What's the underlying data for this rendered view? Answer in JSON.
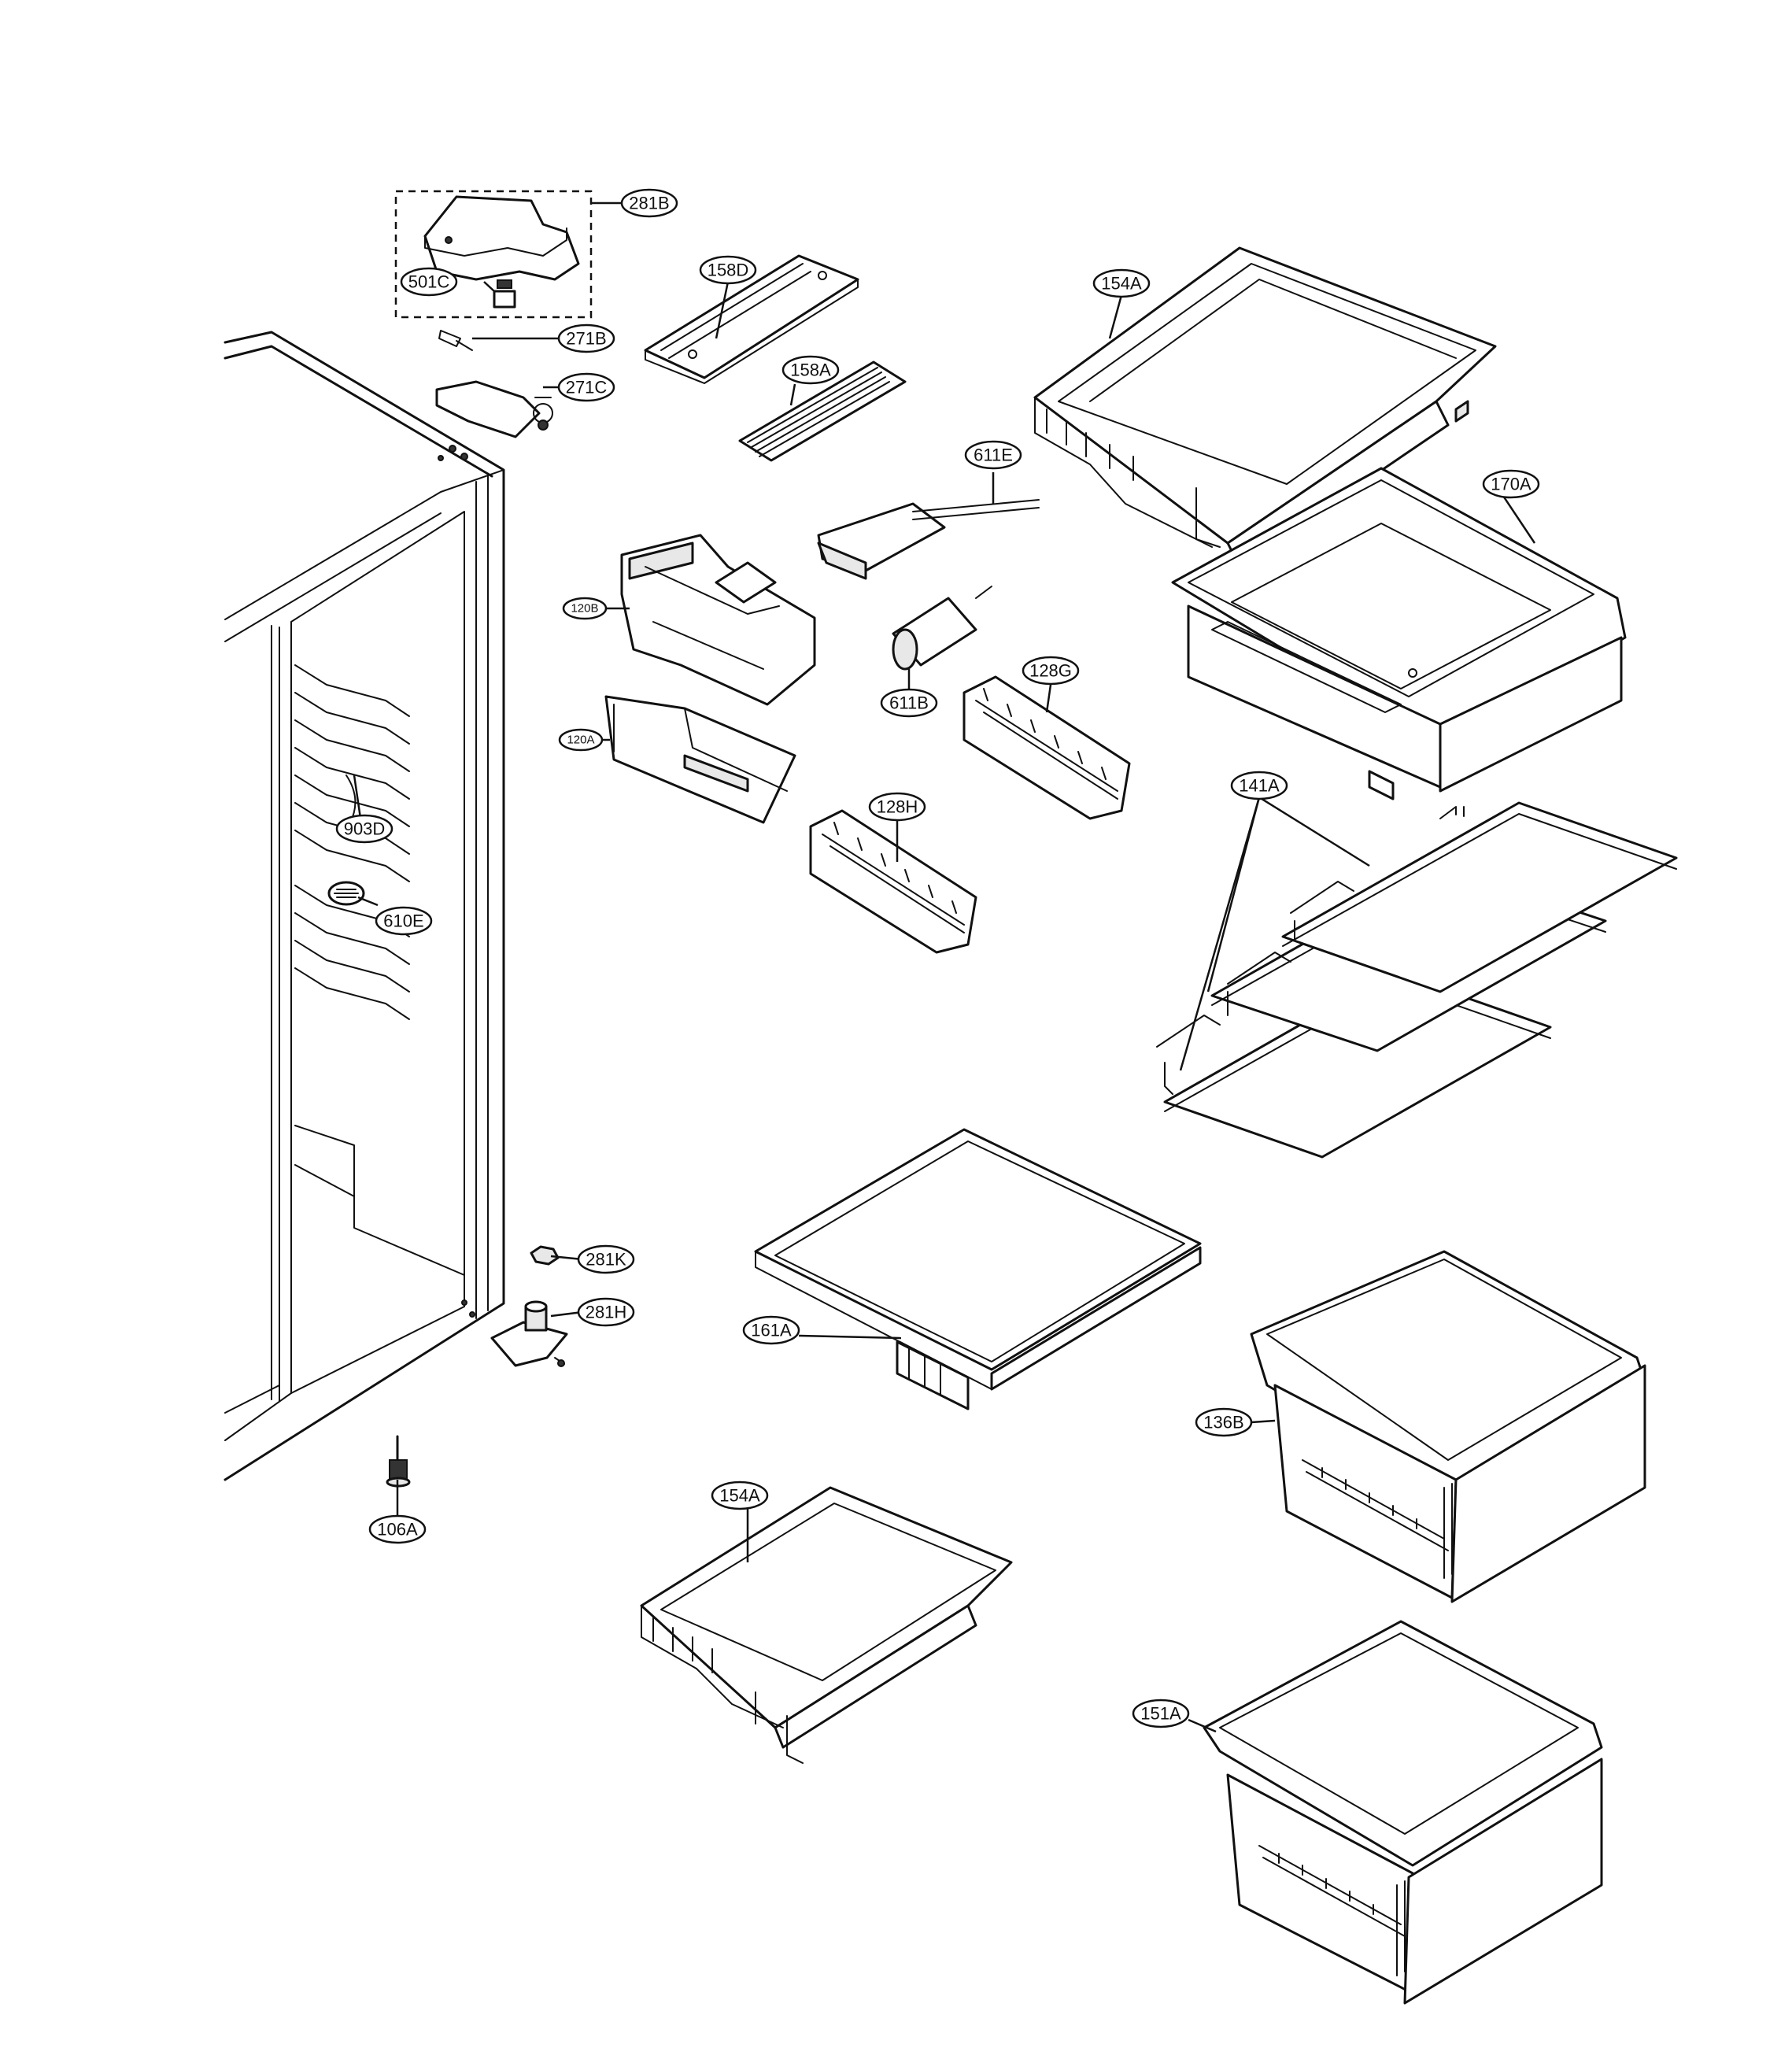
{
  "diagram": {
    "type": "exploded-parts-diagram",
    "callouts": {
      "c281B": "281B",
      "c501C": "501C",
      "c271B": "271B",
      "c271C": "271C",
      "c158D": "158D",
      "c158A": "158A",
      "c154A_top": "154A",
      "c170A": "170A",
      "c611E": "611E",
      "c120B": "120B",
      "c611B": "611B",
      "c128G": "128G",
      "c120A": "120A",
      "c128H": "128H",
      "c141A": "141A",
      "c903D": "903D",
      "c610E": "610E",
      "c281K": "281K",
      "c281H": "281H",
      "c161A": "161A",
      "c136B": "136B",
      "c106A": "106A",
      "c154A_bottom": "154A",
      "c151A": "151A"
    }
  }
}
